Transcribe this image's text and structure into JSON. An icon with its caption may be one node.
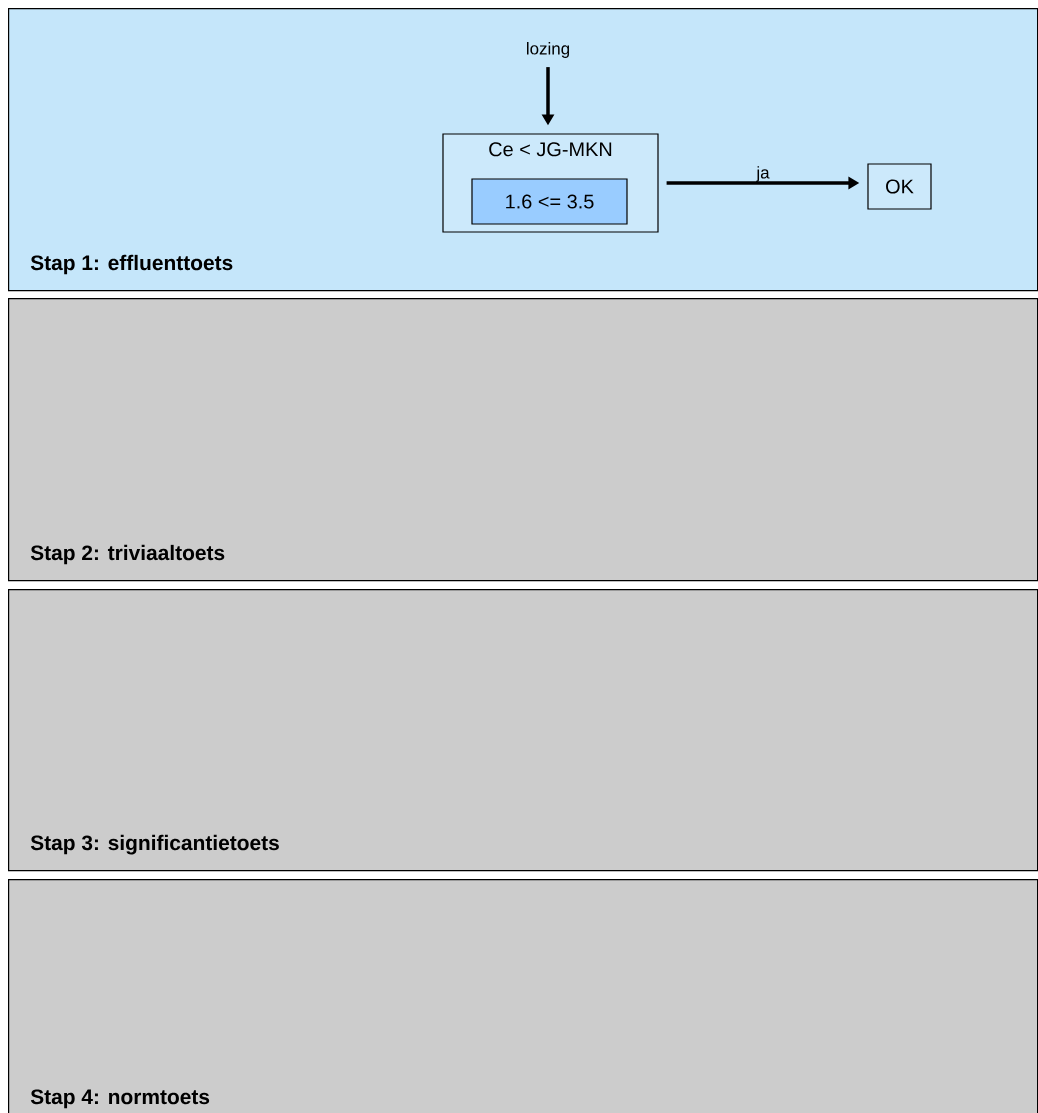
{
  "diagram": {
    "nodes": [
      {
        "text": [
          "Stap 1: effluenttoets"
        ]
      },
      {
        "text": [
          "lozing"
        ],
        "in": 0
      },
      {
        "text": [
          "Ce < JG-MKN"
        ],
        "in": 0
      },
      {
        "text": [
          "1.6 <= 3.5"
        ],
        "in": 2
      },
      {
        "text": [
          "OK"
        ],
        "in": 0
      },
      {
        "text": [
          "Stap 2: triviaaltoets"
        ]
      },
      {
        "text": [
          "Stap 3: significantietoets"
        ]
      },
      {
        "text": [
          "Stap 4: normtoets"
        ]
      }
    ],
    "edges": [
      {
        "from": 1,
        "to": 2,
        "arrow": "to"
      },
      {
        "from": 2,
        "to": 4,
        "arrow": "to",
        "label": "ja"
      }
    ]
  }
}
